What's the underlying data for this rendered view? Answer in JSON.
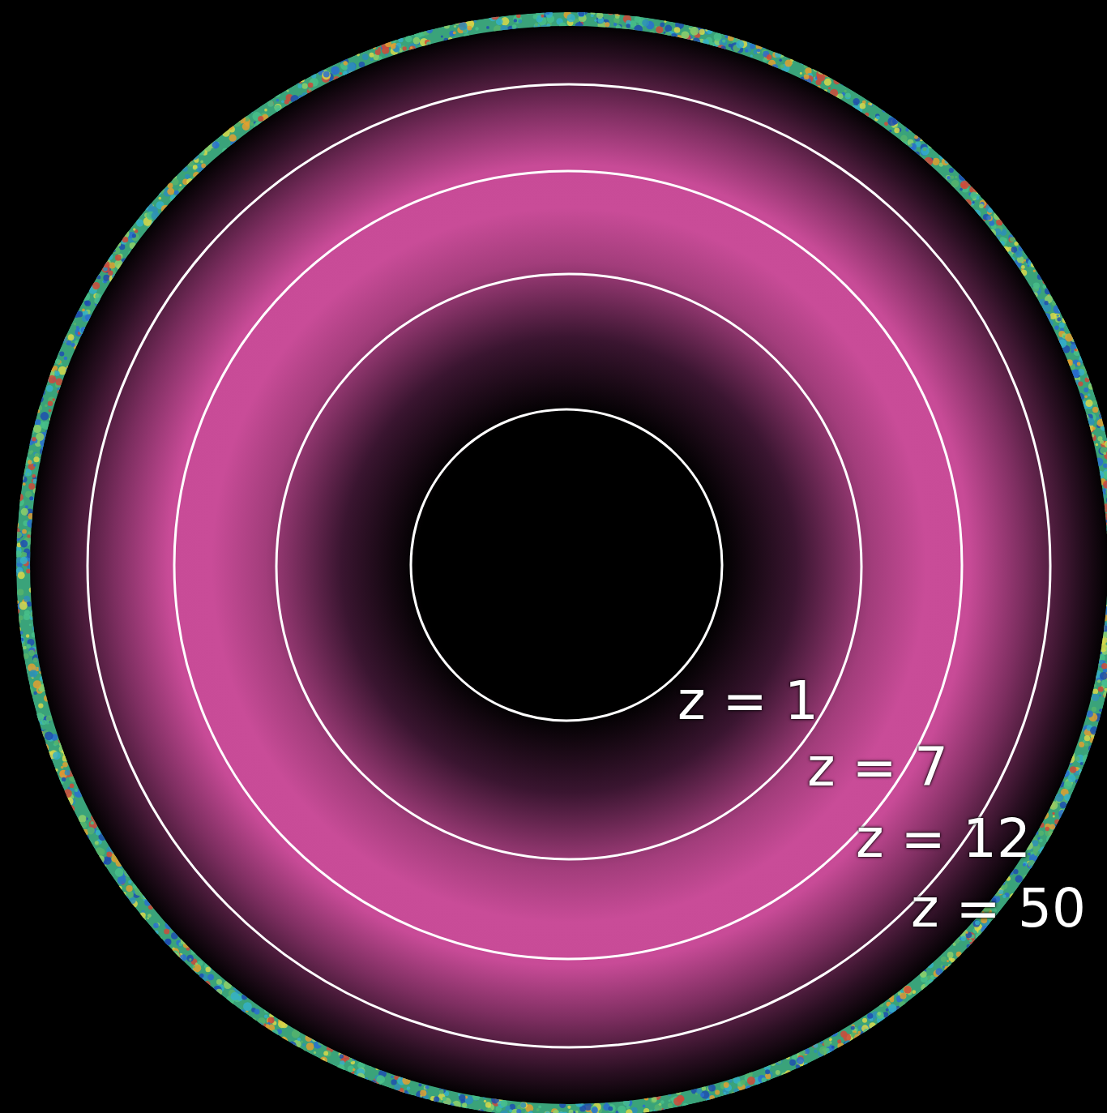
{
  "diagram": {
    "labels": [
      "z = 1",
      "z = 7",
      "z = 12",
      "z = 50"
    ]
  }
}
